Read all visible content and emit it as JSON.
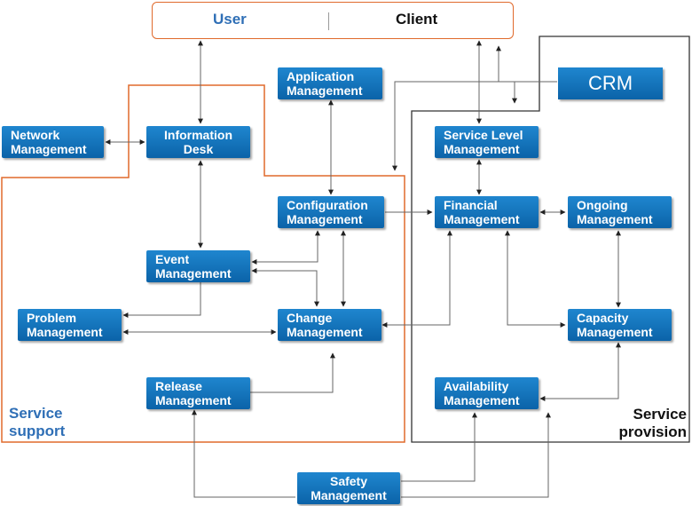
{
  "header": {
    "user": "User",
    "client": "Client"
  },
  "crm": "CRM",
  "regions": {
    "support": {
      "line1": "Service",
      "line2": "support"
    },
    "provision": {
      "line1": "Service",
      "line2": "provision"
    }
  },
  "nodes": {
    "application": {
      "line1": "Application",
      "line2": "Management"
    },
    "network": {
      "line1": "Network",
      "line2": "Management"
    },
    "info_desk": {
      "line1": "Information",
      "line2": "Desk"
    },
    "config": {
      "line1": "Configuration",
      "line2": "Management"
    },
    "event": {
      "line1": "Event",
      "line2": "Management"
    },
    "problem": {
      "line1": "Problem",
      "line2": "Management"
    },
    "change": {
      "line1": "Change",
      "line2": "Management"
    },
    "release": {
      "line1": "Release",
      "line2": "Management"
    },
    "service_level": {
      "line1": "Service Level",
      "line2": "Management"
    },
    "financial": {
      "line1": "Financial",
      "line2": "Management"
    },
    "ongoing": {
      "line1": "Ongoing",
      "line2": "Management"
    },
    "capacity": {
      "line1": "Capacity",
      "line2": "Management"
    },
    "availability": {
      "line1": "Availability",
      "line2": "Management"
    },
    "safety": {
      "line1": "Safety",
      "line2": "Management"
    }
  },
  "colors": {
    "box": "#1a7cc6",
    "support_border": "#e06a2c",
    "provision_border": "#333333",
    "user_text": "#2f6fb6",
    "line": "#555555"
  }
}
